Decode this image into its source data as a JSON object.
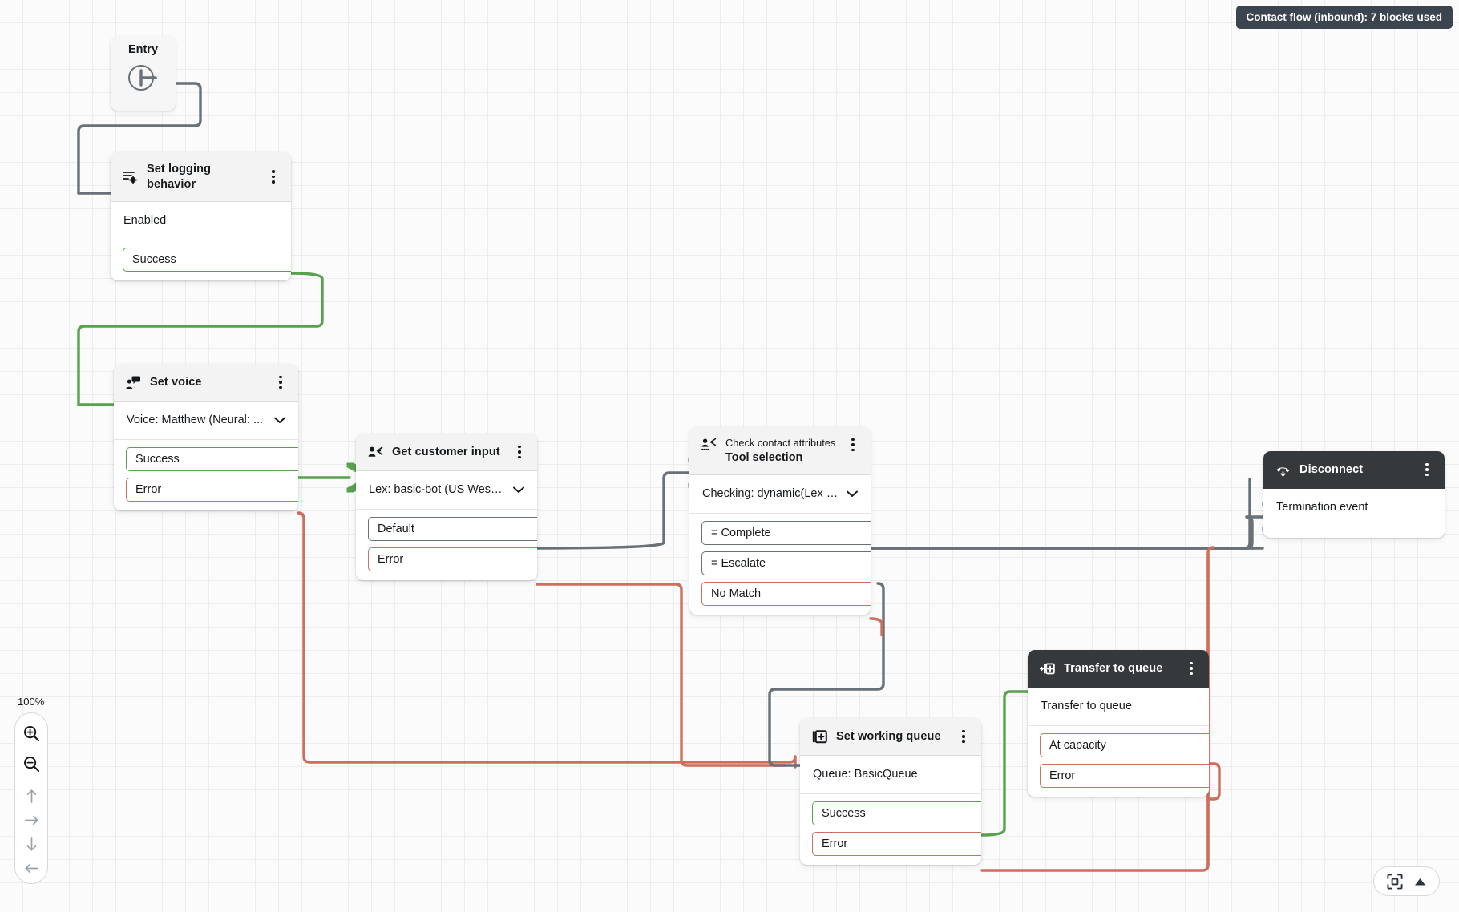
{
  "badge": {
    "text": "Contact flow (inbound): 7 blocks used"
  },
  "zoom": {
    "level": "100%",
    "zoom_in_icon": "zoom-in-icon",
    "zoom_out_icon": "zoom-out-icon",
    "pan_up_icon": "arrow-up-icon",
    "pan_right_icon": "arrow-right-icon",
    "pan_down_icon": "arrow-down-icon",
    "pan_left_icon": "arrow-left-icon"
  },
  "viewcontrols": {
    "fit_icon": "fit-to-screen-icon",
    "collapse_icon": "triangle-up-icon"
  },
  "entry": {
    "label": "Entry",
    "icon": "entry-point-icon"
  },
  "blocks": [
    {
      "id": "set-logging-behavior",
      "icon": "logging-icon",
      "title": "Set logging behavior",
      "subtitle": "",
      "body": "Enabled",
      "has_chevron": false,
      "dark": false,
      "ports": [
        {
          "label": "Success",
          "kind": "ok"
        }
      ]
    },
    {
      "id": "set-voice",
      "icon": "voice-icon",
      "title": "Set voice",
      "subtitle": "",
      "body": "Voice: Matthew (Neural: ...",
      "has_chevron": true,
      "dark": false,
      "ports": [
        {
          "label": "Success",
          "kind": "ok"
        },
        {
          "label": "Error",
          "kind": "err"
        }
      ]
    },
    {
      "id": "get-customer-input",
      "icon": "customer-input-icon",
      "title": "Get customer input",
      "subtitle": "",
      "body": "Lex: basic-bot (US West: ...",
      "has_chevron": true,
      "dark": false,
      "ports": [
        {
          "label": "Default",
          "kind": "neutral"
        },
        {
          "label": "Error",
          "kind": "err"
        }
      ]
    },
    {
      "id": "check-contact-attributes",
      "icon": "check-attributes-icon",
      "title": "Check contact attributes",
      "subtitle": "Tool selection",
      "body": "Checking: dynamic(Lex > ...",
      "has_chevron": true,
      "dark": false,
      "ports": [
        {
          "label": "= Complete",
          "kind": "neutral"
        },
        {
          "label": "= Escalate",
          "kind": "neutral"
        },
        {
          "label": "No Match",
          "kind": "err"
        }
      ]
    },
    {
      "id": "disconnect",
      "icon": "hang-up-icon",
      "title": "Disconnect",
      "subtitle": "",
      "body": "Termination event",
      "has_chevron": false,
      "dark": true,
      "ports": []
    },
    {
      "id": "set-working-queue",
      "icon": "working-queue-icon",
      "title": "Set working queue",
      "subtitle": "",
      "body": "Queue: BasicQueue",
      "has_chevron": false,
      "dark": false,
      "ports": [
        {
          "label": "Success",
          "kind": "ok"
        },
        {
          "label": "Error",
          "kind": "err"
        }
      ]
    },
    {
      "id": "transfer-to-queue",
      "icon": "transfer-queue-icon",
      "title": "Transfer to queue",
      "subtitle": "",
      "body": "Transfer to queue",
      "has_chevron": false,
      "dark": true,
      "ports": [
        {
          "label": "At capacity",
          "kind": "err"
        },
        {
          "label": "Error",
          "kind": "err"
        }
      ]
    }
  ],
  "colors": {
    "success": "#59a14f",
    "error": "#cd6f5c",
    "neutral": "#687078",
    "dark_header": "#36393b",
    "badge_bg": "#3c4450"
  }
}
